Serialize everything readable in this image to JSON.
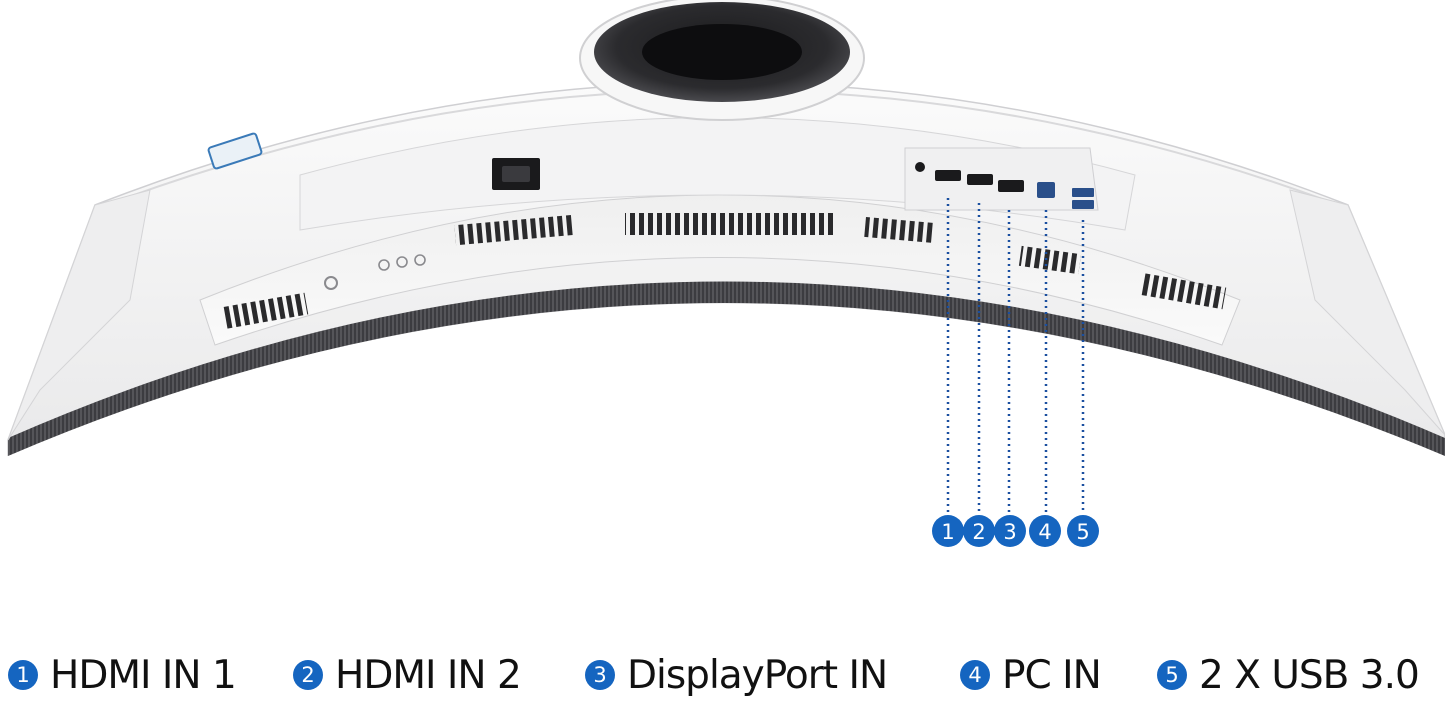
{
  "colors": {
    "badge": "#1565c0",
    "monitor_shell": "#f6f6f6",
    "monitor_edge": "#3c3c40",
    "callout_line": "#1a4fa0",
    "text": "#111111"
  },
  "illustration": {
    "subject": "curved monitor rear panel, bottom view",
    "icons": [
      "stand-neck-icon",
      "power-socket-icon",
      "vent-grille-icon",
      "control-buttons-icon",
      "port-panel-icon"
    ]
  },
  "callouts": [
    {
      "number": "1",
      "port": "hdmi"
    },
    {
      "number": "2",
      "port": "hdmi"
    },
    {
      "number": "3",
      "port": "displayport"
    },
    {
      "number": "4",
      "port": "usb-b"
    },
    {
      "number": "5",
      "port": "usb-a"
    }
  ],
  "legend": [
    {
      "number": "1",
      "label": "HDMI IN 1"
    },
    {
      "number": "2",
      "label": "HDMI IN 2"
    },
    {
      "number": "3",
      "label": "DisplayPort IN"
    },
    {
      "number": "4",
      "label": "PC IN"
    },
    {
      "number": "5",
      "label": "2 X USB 3.0"
    }
  ]
}
